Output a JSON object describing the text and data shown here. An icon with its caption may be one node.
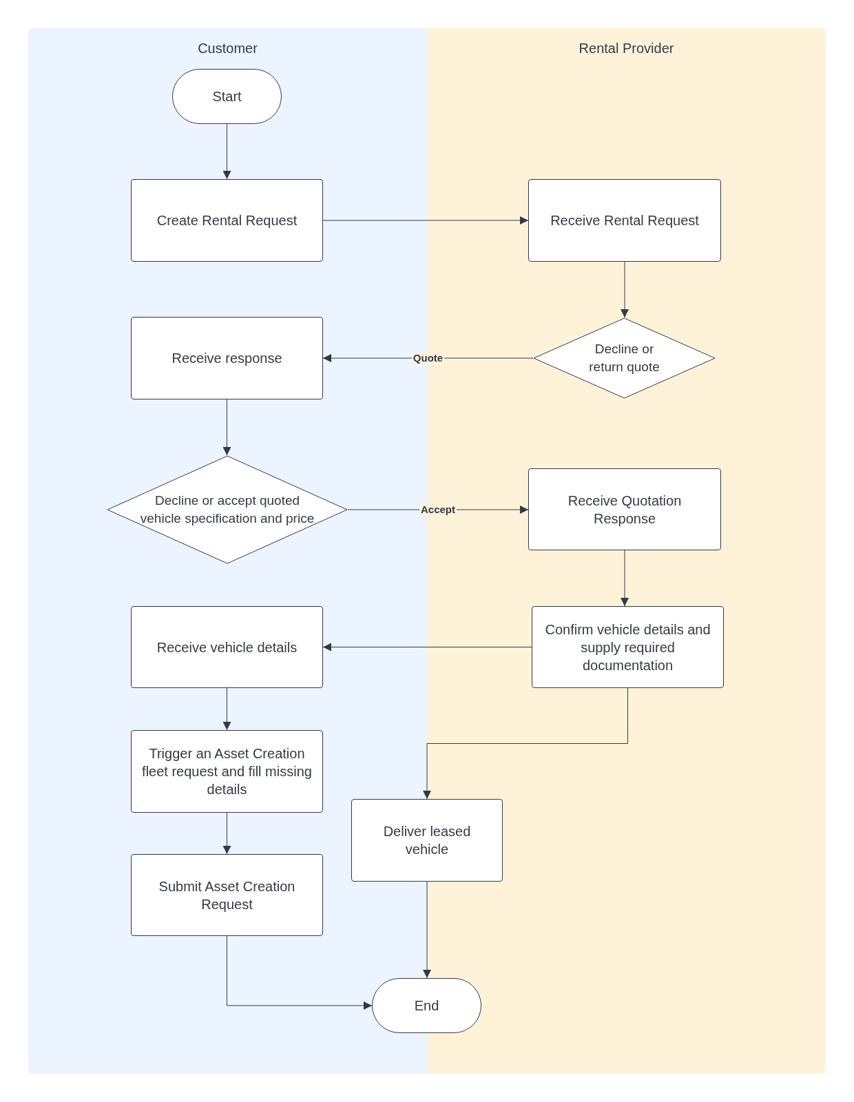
{
  "diagram": {
    "nodes": [
      {
        "text": [
          "Customer"
        ]
      },
      {
        "text": [
          "Rental Provider"
        ]
      },
      {
        "text": [
          "Start"
        ],
        "in": 0
      },
      {
        "text": [
          "Create Rental Request"
        ],
        "in": 0
      },
      {
        "text": [
          "Receive Rental Request"
        ],
        "in": 1
      },
      {
        "text": [
          "Decline or return quote"
        ],
        "in": 1
      },
      {
        "text": [
          "Receive response"
        ],
        "in": 0
      },
      {
        "text": [
          "Decline or accept quoted vehicle specification and price"
        ],
        "in": 0
      },
      {
        "text": [
          "Receive Quotation Response"
        ],
        "in": 1
      },
      {
        "text": [
          "Receive vehicle details"
        ],
        "in": 0
      },
      {
        "text": [
          "Confirm vehicle details and supply required documentation"
        ],
        "in": 1
      },
      {
        "text": [
          "Trigger an Asset Creation fleet request and fill missing details"
        ],
        "in": 0
      },
      {
        "text": [
          "Deliver leased vehicle"
        ]
      },
      {
        "text": [
          "Submit Asset Creation Request"
        ],
        "in": 0
      },
      {
        "text": [
          "End"
        ]
      }
    ],
    "edges": [
      {
        "from": 2,
        "to": 3,
        "arrow": "to"
      },
      {
        "from": 3,
        "to": 4,
        "arrow": "to"
      },
      {
        "from": 4,
        "to": 5,
        "arrow": "to"
      },
      {
        "from": 5,
        "to": 6,
        "arrow": "to",
        "label": "Quote"
      },
      {
        "from": 6,
        "to": 7,
        "arrow": "to"
      },
      {
        "from": 7,
        "to": 8,
        "arrow": "to",
        "label": "Accept"
      },
      {
        "from": 8,
        "to": 10,
        "arrow": "to"
      },
      {
        "from": 10,
        "to": 9,
        "arrow": "to"
      },
      {
        "from": 9,
        "to": 11,
        "arrow": "to"
      },
      {
        "from": 11,
        "to": 13,
        "arrow": "to"
      },
      {
        "from": 10,
        "to": 12,
        "arrow": "to"
      },
      {
        "from": 12,
        "to": 14,
        "arrow": "to"
      },
      {
        "from": 13,
        "to": 14,
        "arrow": "to"
      }
    ]
  }
}
